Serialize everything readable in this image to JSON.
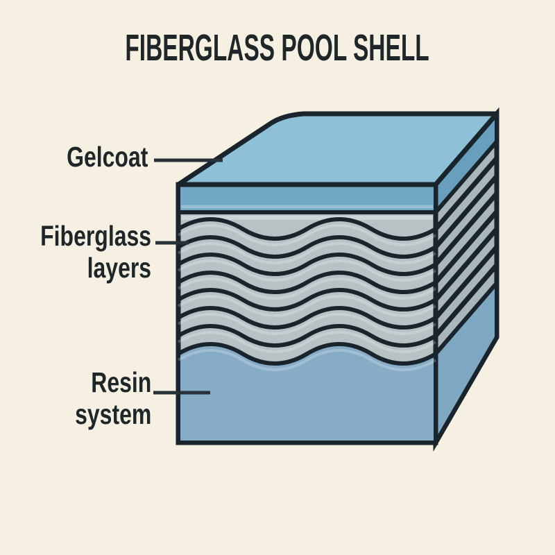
{
  "title": "FIBERGLASS POOL SHELL",
  "labels": {
    "gelcoat": "Gelcoat",
    "fiberglass_line1": "Fiberglass",
    "fiberglass_line2": "layers",
    "resin_line1": "Resin",
    "resin_line2": "system"
  },
  "colors": {
    "background": "#f5f0e2",
    "outline": "#1a242d",
    "top_face": "#8ec0d7",
    "gelcoat_front": "#72a7c4",
    "gelcoat_side": "#689fbd",
    "fiberglass_front": "#b6c2c4",
    "fiberglass_side": "#a9b6bb",
    "resin_front": "#87acc6",
    "resin_side": "#7ea7c1",
    "text": "#1e2629",
    "pointer": "#27313a"
  }
}
